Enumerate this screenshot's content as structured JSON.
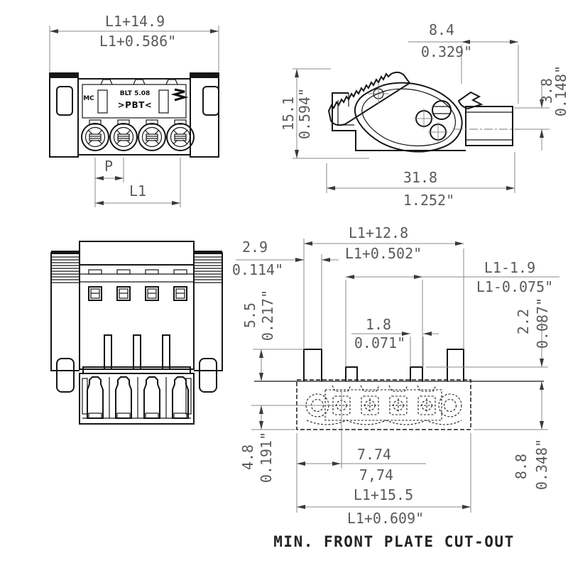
{
  "drawing": {
    "caption": "MIN. FRONT PLATE CUT-OUT",
    "part_markings": {
      "mold": "MC",
      "model": "BLT 5.08",
      "material": ">PBT<",
      "logo_icon": "weidmueller-w-icon"
    },
    "views": {
      "top_rear": {
        "dims": {
          "total_width_mm": "L1+14.9",
          "total_width_in": "L1+0.586\"",
          "pitch": "P",
          "span": "L1"
        }
      },
      "side": {
        "dims": {
          "lever_offset_mm": "8.4",
          "lever_offset_in": "0.329\"",
          "shaft_offset_mm": "3.8",
          "shaft_offset_in": "0.148\"",
          "height_mm": "15.1",
          "height_in": "0.594\"",
          "length_mm": "31.8",
          "length_in": "1.252\""
        }
      },
      "cutout": {
        "dims": {
          "tab_width_mm": "2.9",
          "tab_width_in": "0.114\"",
          "outer_tab_span_mm": "L1+12.8",
          "outer_tab_span_in": "L1+0.502\"",
          "inner_tab_span_mm": "L1-1.9",
          "inner_tab_span_in": "L1-0.075\"",
          "small_tab_width_mm": "1.8",
          "small_tab_width_in": "0.071\"",
          "tab_height_mm": "5.5",
          "tab_height_in": "0.217\"",
          "small_tab_height_mm": "2.2",
          "small_tab_height_in": "0.087\"",
          "first_pole_mm": "7.74",
          "first_pole_alt": "7,74",
          "center_depth_mm": "4.8",
          "center_depth_in": "0.191\"",
          "opening_height_mm": "8.8",
          "opening_height_in": "0.348\"",
          "total_width_mm": "L1+15.5",
          "total_width_in": "L1+0.609\""
        }
      }
    }
  }
}
